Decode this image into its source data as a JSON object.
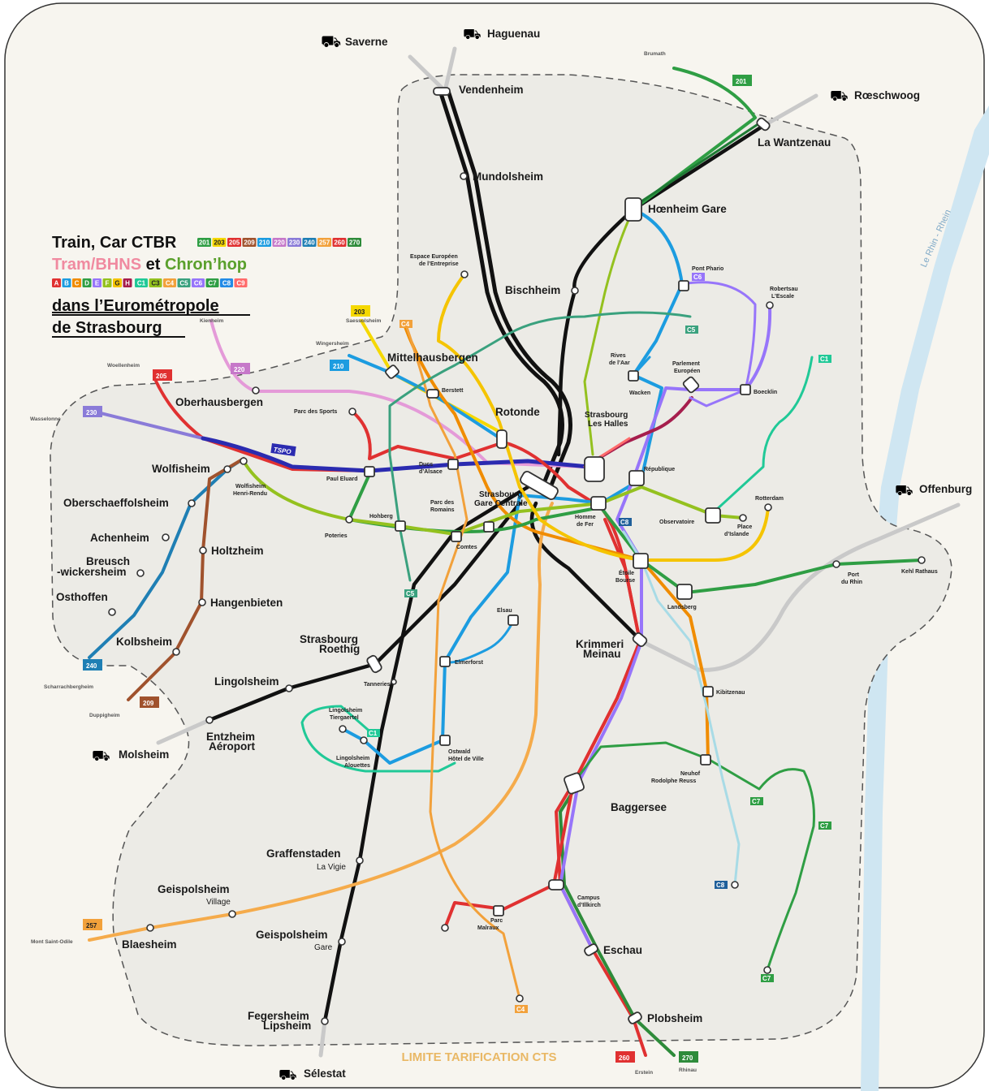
{
  "title": {
    "line1": "Train, Car CTBR",
    "line2_a": "Tram/BHNS",
    "line2_b": " et ",
    "line2_c": "Chron’hop",
    "line4": "dans l’Eurométropole",
    "line5": "de Strasbourg"
  },
  "ctbr_badges": [
    {
      "label": "201",
      "color": "#2f9e44"
    },
    {
      "label": "203",
      "color": "#f5d800",
      "text": "#222"
    },
    {
      "label": "205",
      "color": "#e03131"
    },
    {
      "label": "209",
      "color": "#a0522d"
    },
    {
      "label": "210",
      "color": "#1c9ce0"
    },
    {
      "label": "220",
      "color": "#c678c9"
    },
    {
      "label": "230",
      "color": "#8a7bd8"
    },
    {
      "label": "240",
      "color": "#1f7fb4"
    },
    {
      "label": "257",
      "color": "#f2a13b"
    },
    {
      "label": "260",
      "color": "#e03131"
    },
    {
      "label": "270",
      "color": "#2e8b3a"
    }
  ],
  "tram_badges": [
    {
      "label": "A",
      "color": "#e03131"
    },
    {
      "label": "B",
      "color": "#1c9ce0"
    },
    {
      "label": "C",
      "color": "#f08c00"
    },
    {
      "label": "D",
      "color": "#2f9e44"
    },
    {
      "label": "E",
      "color": "#9775fa"
    },
    {
      "label": "F",
      "color": "#94c11f"
    },
    {
      "label": "G",
      "color": "#f5c400",
      "text": "#222"
    },
    {
      "label": "H",
      "color": "#a61e4d"
    }
  ],
  "chronhop_badges": [
    {
      "label": "C1",
      "color": "#20c997"
    },
    {
      "label": "C3",
      "color": "#94c11f",
      "text": "#222"
    },
    {
      "label": "C4",
      "color": "#f2a13b"
    },
    {
      "label": "C5",
      "color": "#3aa17e"
    },
    {
      "label": "C6",
      "color": "#9775fa"
    },
    {
      "label": "C7",
      "color": "#2f9e44"
    },
    {
      "label": "C8",
      "color": "#228be6"
    },
    {
      "label": "C9",
      "color": "#ff6b6b"
    }
  ],
  "colors": {
    "rail": "#111111",
    "tram_a": "#e03131",
    "tram_b": "#1c9ce0",
    "tram_c": "#f08c00",
    "tram_d": "#2f9e44",
    "tram_e": "#9775fa",
    "tram_f": "#94c11f",
    "tram_g": "#f5c400",
    "tram_h": "#a61e4d",
    "tspo": "#2b2bb0",
    "bg": "#f7f5ef",
    "zone": "#ecebe6",
    "river": "#cfe6f2"
  },
  "destinations": {
    "saverne": "Saverne",
    "haguenau": "Haguenau",
    "roeschwoog": "Rœschwoog",
    "offenburg": "Offenburg",
    "molsheim": "Molsheim",
    "selestat": "Sélestat"
  },
  "stations": {
    "vendenheim": "Vendenheim",
    "mundolsheim": "Mundolsheim",
    "la_wantzenau": "La Wantzenau",
    "hoenheim_gare": "Hœnheim Gare",
    "bischheim": "Bischheim",
    "mittelhausbergen": "Mittelhausbergen",
    "oberhausbergen": "Oberhausbergen",
    "wolfisheim": "Wolfisheim",
    "oberschaeffolsheim": "Oberschaeffolsheim",
    "achenheim": "Achenheim",
    "breusch_1": "Breusch",
    "breusch_2": "-wickersheim",
    "holtzheim": "Holtzheim",
    "osthoffen": "Osthoffen",
    "hangenbieten": "Hangenbieten",
    "kolbsheim": "Kolbsheim",
    "strasbourg_roethig_1": "Strasbourg",
    "strasbourg_roethig_2": "Roethig",
    "lingolsheim": "Lingolsheim",
    "entzheim_1": "Entzheim",
    "entzheim_2": "Aéroport",
    "rotonde": "Rotonde",
    "les_halles_1": "Strasbourg",
    "les_halles_2": "Les Halles",
    "gare_centrale_1": "Strasbourg",
    "gare_centrale_2": "Gare Centrale",
    "krimmeri_1": "Krimmeri",
    "krimmeri_2": "Meinau",
    "baggersee": "Baggersee",
    "graffenstaden": "Graffenstaden",
    "la_vigie": "La Vigie",
    "geispolsheim_v": "Geispolsheim",
    "village": "Village",
    "blaesheim": "Blaesheim",
    "geispolsheim_g": "Geispolsheim",
    "gare": "Gare",
    "eschau": "Eschau",
    "plobsheim": "Plobsheim",
    "fegersheim_1": "Fegersheim",
    "fegersheim_2": "Lipsheim"
  },
  "small_labels": {
    "espace_1": "Espace Européen",
    "espace_2": "de l’Entreprise",
    "pont_phario": "Pont Phario",
    "robertsau_1": "Robertsau",
    "robertsau_2": "L’Escale",
    "parlement_1": "Parlement",
    "parlement_2": "Européen",
    "rives_1": "Rives",
    "rives_2": "de l’Aar",
    "wacken": "Wacken",
    "boecklin": "Boecklin",
    "berstett": "Berstett",
    "parc_sports": "Parc des Sports",
    "ducs_1": "Ducs",
    "ducs_2": "d’Alsace",
    "paul_eluard": "Paul Eluard",
    "wolf_hr_1": "Wolfisheim",
    "wolf_hr_2": "Henri-Rendu",
    "hohberg": "Hohberg",
    "poteries": "Poteries",
    "parc_romains_1": "Parc des",
    "parc_romains_2": "Romains",
    "comtes": "Comtes",
    "republique": "République",
    "homme_1": "Homme",
    "homme_2": "de Fer",
    "observatoire": "Observatoire",
    "rotterdam": "Rotterdam",
    "place_1": "Place",
    "place_2": "d’Islande",
    "etoile_1": "Étoile",
    "etoile_2": "Bourse",
    "landsberg": "Landsberg",
    "port_1": "Port",
    "port_2": "du Rhin",
    "kehl": "Kehl Rathaus",
    "elsau": "Elsau",
    "elmerforst": "Elmerforst",
    "tanneries": "Tanneries",
    "ling_t_1": "Lingolsheim",
    "ling_t_2": "Tiergaertel",
    "ling_a_1": "Lingolsheim",
    "ling_a_2": "Alouettes",
    "ostwald_1": "Ostwald",
    "ostwald_2": "Hôtel de Ville",
    "kibitzenau": "Kibitzenau",
    "neuhof_1": "Neuhof",
    "neuhof_2": "Rodolphe Reuss",
    "campus_1": "Campus",
    "campus_2": "d’Illkirch",
    "parc_malraux_1": "Parc",
    "parc_malraux_2": "Malraux",
    "brumath": "Brumath",
    "kienheim": "Kienheim",
    "wingersheim": "Wingersheim",
    "saessolsheim": "Saessolsheim",
    "woellenheim": "Woellenheim",
    "wasselonne": "Wasselonne",
    "schaeffersheim": "Scharrachbergheim",
    "duppigheim": "Duppigheim",
    "mont_ste_odile": "Mont Saint-Odile",
    "erstein": "Erstein",
    "rhinau": "Rhinau"
  },
  "line_tags": {
    "l201": "201",
    "l203": "203",
    "l205": "205",
    "l209": "209",
    "l210": "210",
    "l220": "220",
    "l230": "230",
    "l240": "240",
    "l257": "257",
    "l260": "260",
    "l270": "270",
    "tspo": "TSPO",
    "c1": "C1",
    "c4": "C4",
    "c5": "C5",
    "c6": "C6",
    "c7": "C7",
    "c8": "C8"
  },
  "river_label": "Le Rhin - Rhein",
  "zone_label": "LIMITE TARIFICATION CTS"
}
